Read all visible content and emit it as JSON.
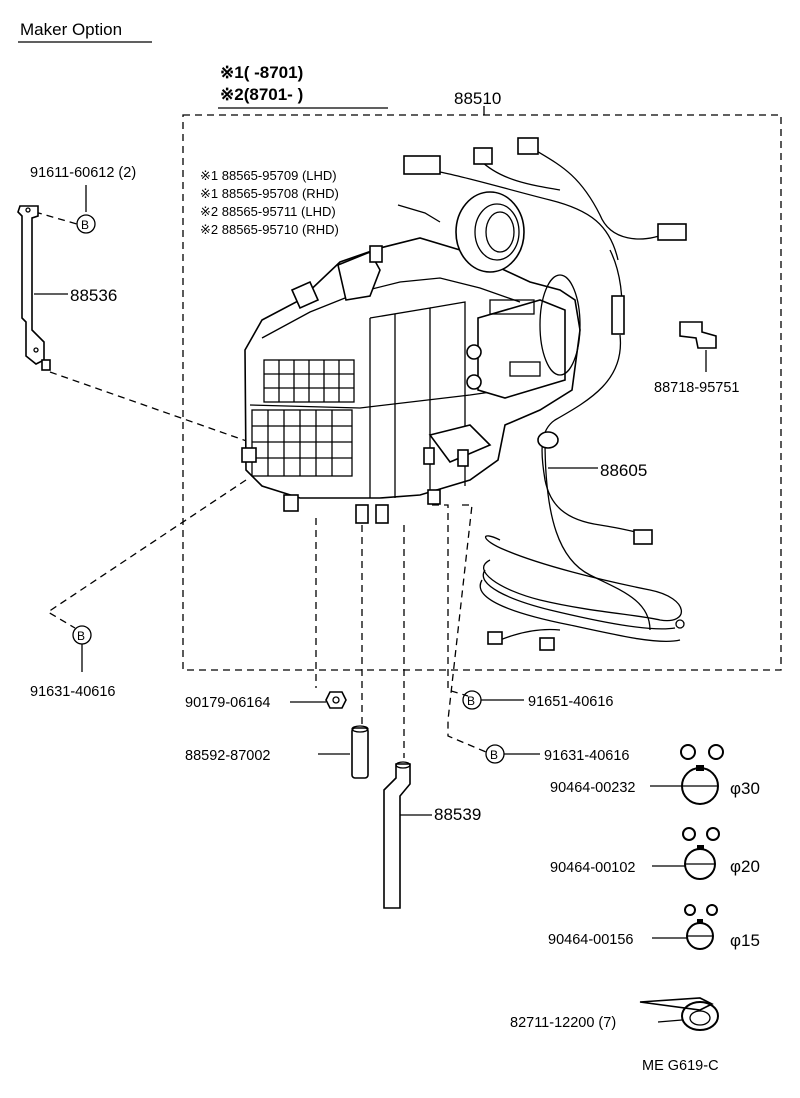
{
  "header": {
    "title": "Maker Option",
    "note_line1": "※1(     -8701)",
    "note_line2": "※2(8701-     )"
  },
  "assembly": {
    "number": "88510",
    "variants": [
      "※1 88565-95709 (LHD)",
      "※1 88565-95708 (RHD)",
      "※2 88565-95711 (LHD)",
      "※2 88565-95710 (RHD)"
    ]
  },
  "parts": {
    "bolt_top": "91611-60612 (2)",
    "bracket": "88536",
    "bolt_left": "91631-40616",
    "clamp_88718": "88718-95751",
    "harness": "88605",
    "nut": "90179-06164",
    "bolt_bottom_mid": "91651-40616",
    "bolt_bottom_right": "91631-40616",
    "hose_short": "88592-87002",
    "hose_long": "88539"
  },
  "clamps": [
    {
      "part": "90464-00232",
      "size": "φ30"
    },
    {
      "part": "90464-00102",
      "size": "φ20"
    },
    {
      "part": "90464-00156",
      "size": "φ15"
    }
  ],
  "band": "82711-12200 (7)",
  "bolt_symbol": "B",
  "footer": {
    "code": "ME  G619-C"
  }
}
